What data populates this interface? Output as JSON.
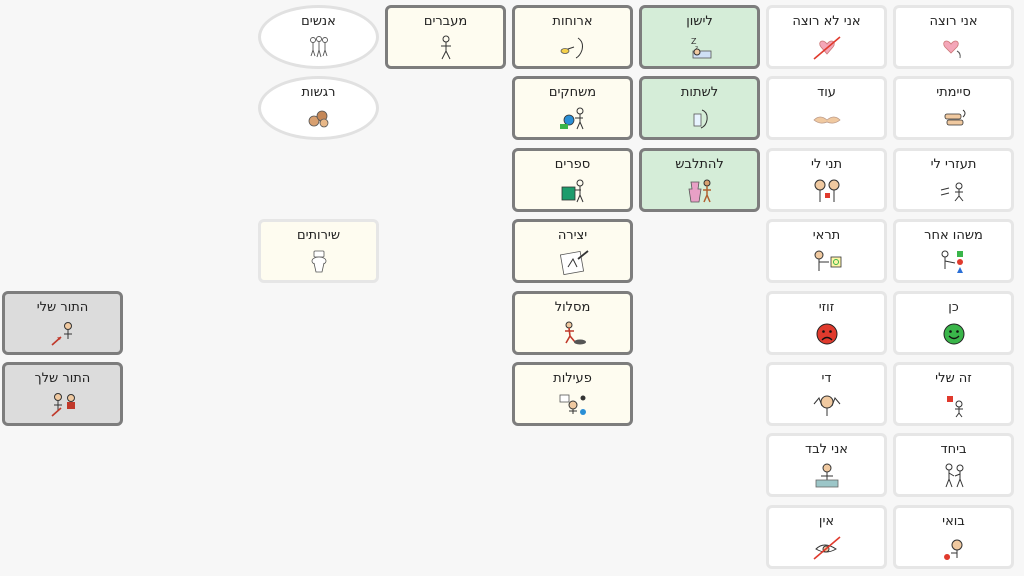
{
  "colors": {
    "background": "#f7f7f7",
    "cream": "#fefcf0",
    "green": "#d5edd8",
    "gray": "#dcdcdc",
    "dark_border": "#7d7d7d",
    "light_border": "#e6e6e6",
    "happy": "#3ab54a",
    "sad": "#e03a2d",
    "heart": "#f4a6b8"
  },
  "col1": [
    {
      "label": "אני רוצה",
      "icon": "heart-hand-icon"
    },
    {
      "label": "סיימתי",
      "icon": "hands-done-icon"
    },
    {
      "label": "תעזרי לי",
      "icon": "help-icon"
    },
    {
      "label": "משהו אחר",
      "icon": "something-else-icon"
    },
    {
      "label": "כן",
      "icon": "happy-face-icon"
    },
    {
      "label": "זה שלי",
      "icon": "mine-icon"
    },
    {
      "label": "ביחד",
      "icon": "together-icon"
    },
    {
      "label": "בואי",
      "icon": "come-icon"
    }
  ],
  "col2": [
    {
      "label": "אני לא רוצה",
      "icon": "heart-crossed-icon"
    },
    {
      "label": "עוד",
      "icon": "more-hands-icon"
    },
    {
      "label": "תני לי",
      "icon": "give-me-icon"
    },
    {
      "label": "תראי",
      "icon": "look-icon"
    },
    {
      "label": "זוזי",
      "icon": "sad-face-icon"
    },
    {
      "label": "די",
      "icon": "stop-icon"
    },
    {
      "label": "אני לבד",
      "icon": "alone-icon"
    },
    {
      "label": "אין",
      "icon": "none-crossed-icon"
    }
  ],
  "col3": [
    {
      "label": "לישון",
      "icon": "sleep-icon"
    },
    {
      "label": "לשתות",
      "icon": "drink-icon"
    },
    {
      "label": "להתלבש",
      "icon": "dress-icon"
    }
  ],
  "col4": [
    {
      "label": "ארוחות",
      "icon": "meals-icon"
    },
    {
      "label": "משחקים",
      "icon": "games-icon"
    },
    {
      "label": "ספרים",
      "icon": "books-icon"
    },
    {
      "label": "יצירה",
      "icon": "creation-icon"
    },
    {
      "label": "מסלול",
      "icon": "track-icon"
    },
    {
      "label": "פעילות",
      "icon": "activity-icon"
    }
  ],
  "col5": [
    {
      "label": "מעברים",
      "icon": "walking-icon"
    }
  ],
  "col6": [
    {
      "label": "אנשים",
      "icon": "people-icon"
    },
    {
      "label": "רגשות",
      "icon": "emotions-icon"
    },
    {
      "label": "שירותים",
      "icon": "toilet-icon"
    }
  ],
  "left": [
    {
      "label": "התור שלי",
      "icon": "my-turn-icon"
    },
    {
      "label": "התור שלך",
      "icon": "your-turn-icon"
    }
  ]
}
